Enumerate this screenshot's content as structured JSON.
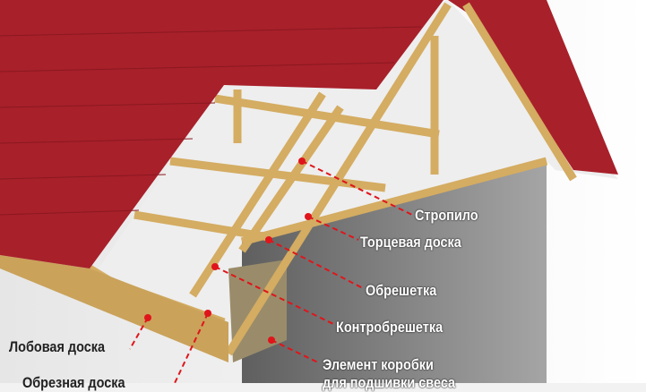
{
  "labels": {
    "rafter": "Стропило",
    "end_board": "Торцевая доска",
    "battens": "Обрешетка",
    "counter_battens": "Контробрешетка",
    "box_element_line1": "Элемент коробки",
    "box_element_line2": "для подшивки свеса",
    "fascia": "Лобовая доска",
    "edged_board": "Обрезная доска"
  },
  "colors": {
    "roof": "#a8202a",
    "wood": "#d9b46a",
    "wall": "#8f8f8f",
    "marker": "#e0151b"
  }
}
